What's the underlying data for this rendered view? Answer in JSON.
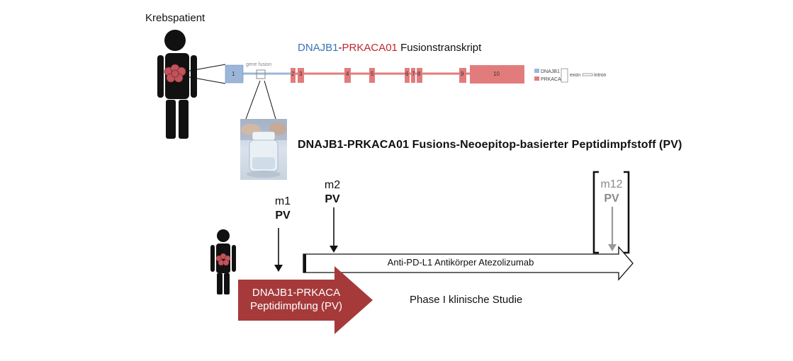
{
  "patient_label": "Krebspatient",
  "fusion_title": {
    "gene_a": "DNAJB1",
    "separator": "-",
    "gene_b": "PRKACA01",
    "suffix": "Fusionstranskript"
  },
  "gene_fusion_label": "gene fusion",
  "exons": [
    "1",
    "2",
    "3",
    "4",
    "5",
    "6",
    "7",
    "8",
    "9",
    "10"
  ],
  "legend": {
    "items": [
      "DNAJB1",
      "PRKACA"
    ],
    "exon": "exon",
    "intron": "intron"
  },
  "vaccine_title": "DNAJB1-PRKACA01 Fusions-Neoepitop-basierter Peptidimpfstoff (PV)",
  "timepoints": [
    {
      "month": "m1",
      "label": "PV"
    },
    {
      "month": "m2",
      "label": "PV"
    },
    {
      "month": "m12",
      "label": "PV"
    }
  ],
  "drug_label": "Anti-PD-L1 Antikörper Atezolizumab",
  "peptide_label": [
    "DNAJB1-PRKACA",
    "Peptidimpfung (PV)"
  ],
  "phase_label": "Phase I klinische Studie",
  "colors": {
    "dnajb1": "#3a73b5",
    "prkaca": "#c0272d",
    "exon_blue": "#9cb6d9",
    "exon_red": "#e27c7c",
    "peptide_arrow": "#a63a3a",
    "tumor": "#c1545b",
    "m12_gray": "#8a8a8a"
  }
}
